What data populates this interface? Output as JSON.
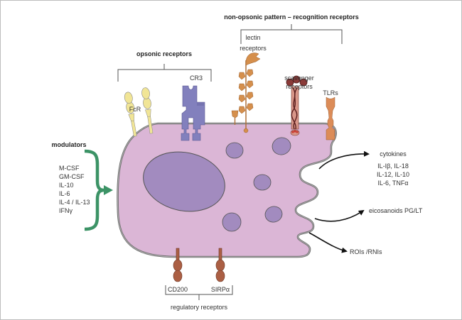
{
  "diagram": {
    "title": "Macrophage receptors, modulators and secreted products",
    "colors": {
      "cell_fill": "#dbb6d6",
      "cell_membrane": "#777777",
      "nucleus": "#a28bbf",
      "vesicle": "#a28bbf",
      "fcr": "#f1e596",
      "cr3": "#8280bd",
      "lectin": "#d58f4c",
      "scavenger": "#d9978a",
      "scavenger_strand": "#5a1e1e",
      "tlr": "#dc8c58",
      "regulatory": "#ab5f44",
      "modulator_arrow": "#3c9366",
      "output_arrow": "#111111"
    },
    "groups": {
      "opsonic": {
        "label": "opsonic receptors"
      },
      "non_opsonic": {
        "label": "non-opsonic pattern – recognition receptors"
      },
      "regulatory": {
        "label": "regulatory receptors"
      }
    },
    "receptors": {
      "fcr": "FcR",
      "cr3": "CR3",
      "lectin": [
        "lectin",
        "receptors"
      ],
      "scavenger": [
        "scavenger",
        "receptors"
      ],
      "tlrs": "TLRs",
      "cd200": "CD200",
      "sirpa": "SIRPα"
    },
    "modulators": {
      "heading": "modulators",
      "items": [
        "M-CSF",
        "GM-CSF",
        "IL-10",
        "IL-6",
        "IL-4 / IL-13",
        "IFNγ"
      ]
    },
    "outputs": {
      "cytokines": {
        "heading": "cytokines",
        "lines": [
          "IL-Iβ, IL-18",
          "IL-12, IL-10",
          "IL-6, TNFα"
        ]
      },
      "eicosanoids": "eicosanoids PG/LT",
      "rois": "ROIs /RNIs"
    }
  }
}
